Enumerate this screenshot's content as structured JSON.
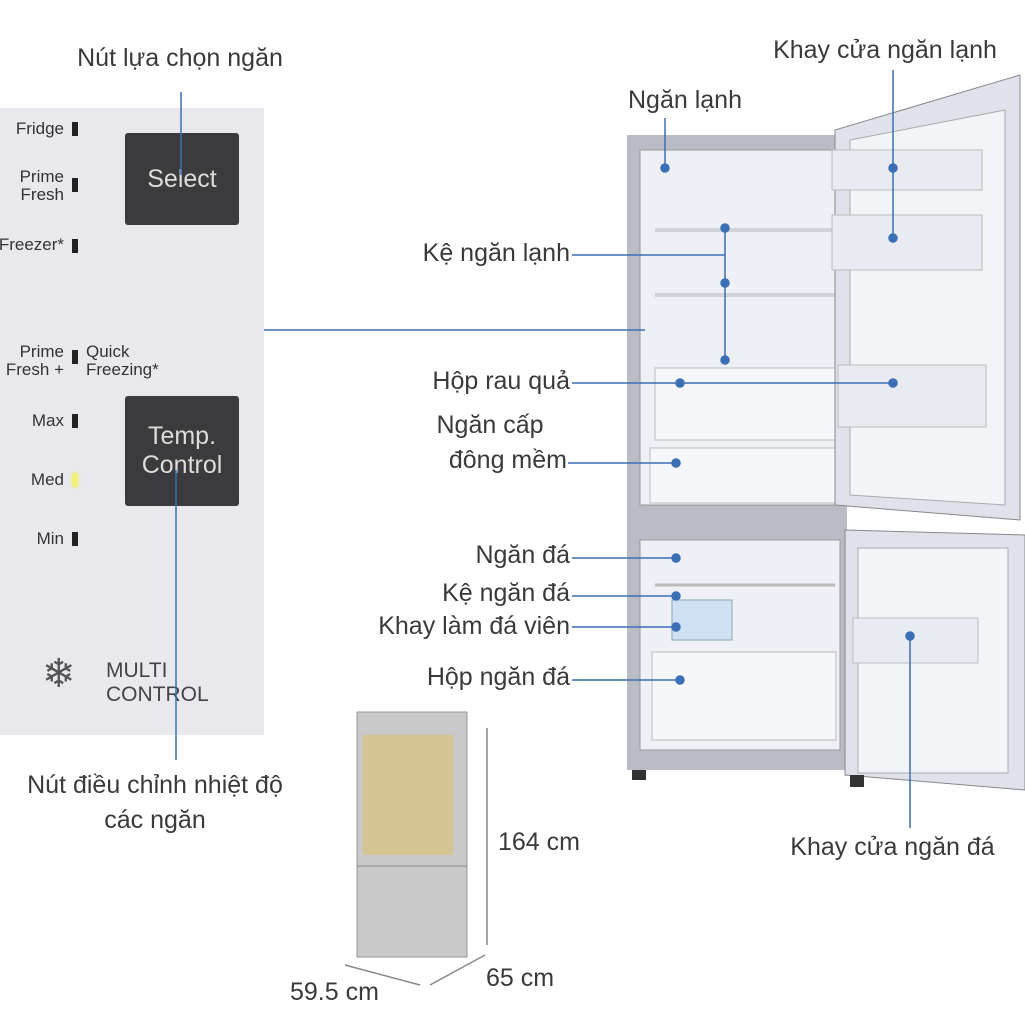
{
  "panel": {
    "leds": [
      {
        "label": "Fridge",
        "on": false
      },
      {
        "label": "Prime Fresh",
        "on": false
      },
      {
        "label": "Freezer*",
        "on": false
      },
      {
        "label": "Prime Fresh +",
        "on": false
      },
      {
        "label": "Quick Freezing*"
      },
      {
        "label": "Max",
        "on": false
      },
      {
        "label": "Med",
        "on": true
      },
      {
        "label": "Min",
        "on": false
      }
    ],
    "select_label": "Select",
    "temp_label": "Temp. Control",
    "brand_line1": "MULTI",
    "brand_line2": "CONTROL"
  },
  "callouts": {
    "select_button": "Nút lựa chọn ngăn",
    "temp_button_1": "Nút điều chỉnh nhiệt độ",
    "temp_button_2": "các ngăn",
    "fridge_compartment": "Ngăn lạnh",
    "fridge_door_tray": "Khay cửa ngăn lạnh",
    "fridge_shelf": "Kệ ngăn lạnh",
    "vegetable_box": "Hộp rau quả",
    "soft_freeze_1": "Ngăn cấp",
    "soft_freeze_2": "đông mềm",
    "freezer": "Ngăn đá",
    "freezer_shelf": "Kệ ngăn đá",
    "ice_tray": "Khay làm đá viên",
    "freezer_box": "Hộp ngăn đá",
    "freezer_door_tray": "Khay cửa ngăn đá"
  },
  "dimensions": {
    "height": "164 cm",
    "depth": "65 cm",
    "width": "59.5 cm"
  },
  "colors": {
    "callout_line": "#3a6fb5"
  }
}
